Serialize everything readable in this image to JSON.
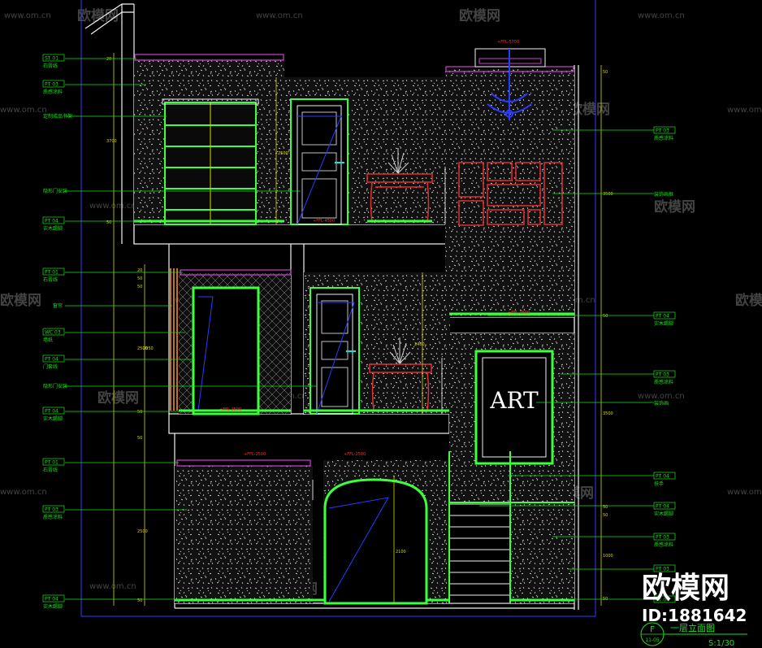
{
  "drawing": {
    "title": "一层立面图",
    "scale": "S:1/30",
    "sheet_letter": "F",
    "sheet_number": "11-05",
    "art_label": "ART"
  },
  "watermark": {
    "brand": "欧模网",
    "url": "www.om.cn",
    "id": "ID:1881642"
  },
  "colors": {
    "background": "#000000",
    "leader_green": "#19e119",
    "dimension_yellow": "#d9d900",
    "wall_white": "#f2f2f2",
    "shelf_green": "#3cff3c",
    "door_magenta": "#d040d0",
    "table_red": "#e03030",
    "chandelier_blue": "#2a3aff",
    "wood_orange": "#ff9a1a"
  },
  "left_annotations": [
    {
      "code": "ST 01",
      "note": "石膏线"
    },
    {
      "code": "PT 03",
      "note": "质感涂料"
    },
    {
      "code": "",
      "note": "定制成品书架"
    },
    {
      "code": "",
      "note": "隐形门安装"
    },
    {
      "code": "PT 04",
      "note": "实木踢脚"
    },
    {
      "code": "PT 01",
      "note": "石膏线"
    },
    {
      "code": "",
      "note": "窗帘"
    },
    {
      "code": "WC 03",
      "note": "墙纸"
    },
    {
      "code": "PT 04",
      "note": "门套线"
    },
    {
      "code": "",
      "note": "隐形门安装"
    },
    {
      "code": "PT 04",
      "note": "实木踢脚"
    },
    {
      "code": "PT 01",
      "note": "石膏线"
    },
    {
      "code": "PT 03",
      "note": "质感涂料"
    },
    {
      "code": "PT 04",
      "note": "实木踢脚"
    }
  ],
  "right_annotations": [
    {
      "code": "PT 03",
      "note": "质感涂料"
    },
    {
      "code": "",
      "note": "装饰画框"
    },
    {
      "code": "PT 04",
      "note": "实木踢脚"
    },
    {
      "code": "PT 03",
      "note": "质感涂料"
    },
    {
      "code": "",
      "note": "装饰画"
    },
    {
      "code": "PT 04",
      "note": "扶手"
    },
    {
      "code": "PT 04",
      "note": "实木踢脚"
    },
    {
      "code": "PT 03",
      "note": "质感涂料"
    },
    {
      "code": "PT 03",
      "note": ""
    },
    {
      "code": "PT 04",
      "note": ""
    }
  ],
  "level_marks": [
    {
      "label": "+FFL-5700"
    },
    {
      "label": "+FFL-4500"
    },
    {
      "label": "+FFL-3500"
    },
    {
      "label": "+FFL-2500"
    },
    {
      "label": "+FFL-2500"
    },
    {
      "label": "+FFL-2500"
    }
  ],
  "dimensions_left": [
    "20",
    "3700",
    "50",
    "20",
    "50",
    "50",
    "2500",
    "50",
    "50",
    "2500",
    "50"
  ],
  "dimensions_right": [
    "50",
    "3500",
    "50",
    "3500",
    "50",
    "50",
    "1000",
    "50"
  ],
  "dimensions_inner": [
    "2500",
    "2400",
    "2100",
    "2050"
  ]
}
